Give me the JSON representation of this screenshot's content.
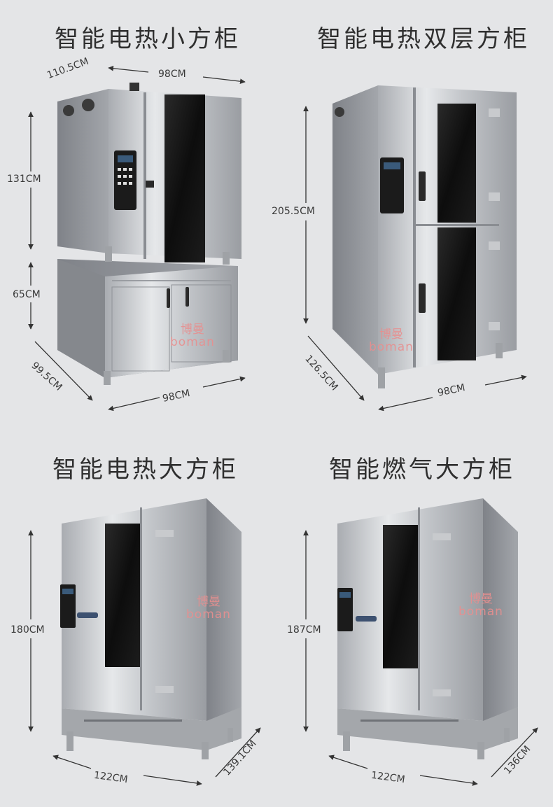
{
  "panels": [
    {
      "title": "智能电热小方柜",
      "dims": {
        "depth_top": "110.5CM",
        "width_top": "98CM",
        "height_upper": "131CM",
        "height_lower": "65CM",
        "depth_bottom": "99.5CM",
        "width_bottom": "98CM"
      }
    },
    {
      "title": "智能电热双层方柜",
      "dims": {
        "height": "205.5CM",
        "depth": "126.5CM",
        "width": "98CM"
      }
    },
    {
      "title": "智能电热大方柜",
      "dims": {
        "height": "180CM",
        "width": "122CM",
        "depth": "139.1CM"
      }
    },
    {
      "title": "智能燃气大方柜",
      "dims": {
        "height": "187CM",
        "width": "122CM",
        "depth": "136CM"
      }
    }
  ],
  "watermark": {
    "cn": "博曼",
    "en": "boman"
  },
  "colors": {
    "background": "#e4e5e7",
    "steel_light": "#c9cbce",
    "steel_dark": "#8d9096",
    "glass": "#141414",
    "watermark": "#e88f8f"
  }
}
